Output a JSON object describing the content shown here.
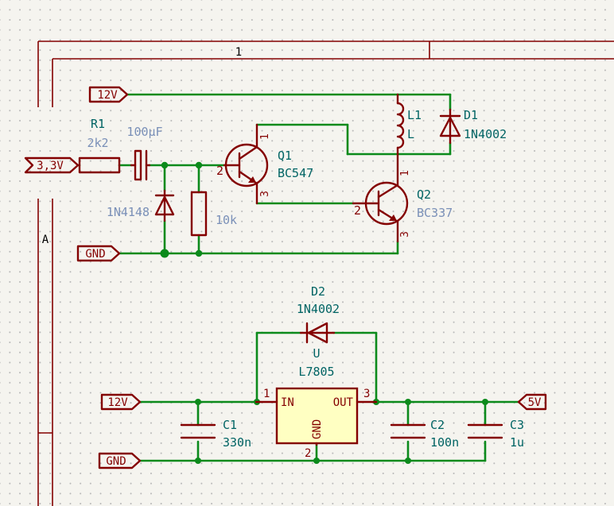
{
  "frame": {
    "col_label": "1",
    "row_label": "A"
  },
  "net_labels": {
    "v12_top": "12V",
    "v33": "3,3V",
    "gnd_top": "GND",
    "v12_bottom": "12V",
    "gnd_bottom": "GND",
    "v5": "5V"
  },
  "components": {
    "R1": {
      "ref": "R1",
      "value": "2k2"
    },
    "C_in": {
      "value": "100µF"
    },
    "D_zener": {
      "value": "1N4148"
    },
    "R_pd": {
      "value": "10k"
    },
    "Q1": {
      "ref": "Q1",
      "value": "BC547",
      "pin_c": "1",
      "pin_b": "2",
      "pin_e": "3"
    },
    "Q2": {
      "ref": "Q2",
      "value": "BC337",
      "pin_c": "1",
      "pin_b": "2",
      "pin_e": "3"
    },
    "L1": {
      "ref": "L1",
      "value": "L"
    },
    "D1": {
      "ref": "D1",
      "value": "1N4002"
    },
    "D2": {
      "ref": "D2",
      "value": "1N4002"
    },
    "U": {
      "ref": "U",
      "value": "L7805",
      "pin_in_label": "IN",
      "pin_out_label": "OUT",
      "pin_gnd_label": "GND",
      "pin_in": "1",
      "pin_out": "3",
      "pin_gnd": "2"
    },
    "C1": {
      "ref": "C1",
      "value": "330n"
    },
    "C2": {
      "ref": "C2",
      "value": "100n"
    },
    "C3": {
      "ref": "C3",
      "value": "1u"
    }
  },
  "colors": {
    "wire": "#0b8a1b",
    "component": "#840000",
    "reference": "#006464",
    "value": "#7a90b8",
    "ic_body": "#ffffc2",
    "background": "#f5f4ef"
  }
}
